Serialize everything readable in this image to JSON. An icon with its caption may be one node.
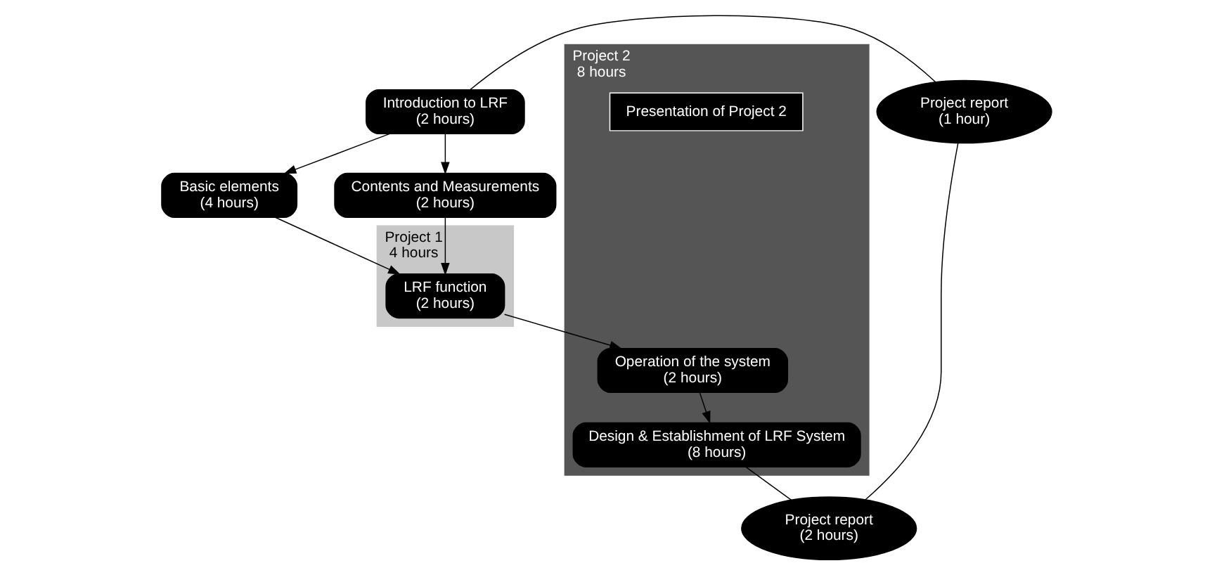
{
  "diagram": {
    "nodes": [
      {
        "text": [
          "Introduction to LRF",
          "(2 hours)"
        ]
      },
      {
        "text": [
          "Project report",
          "(1 hour)"
        ]
      },
      {
        "text": [
          "Basic elements",
          "(4 hours)"
        ]
      },
      {
        "text": [
          "Contents and Measurements",
          "(2 hours)"
        ]
      },
      {
        "text": [
          "Project 1",
          "4 hours"
        ]
      },
      {
        "text": [
          "LRF function",
          "(2 hours)"
        ],
        "in": 4
      },
      {
        "text": [
          "Project report",
          "(2 hours)"
        ]
      },
      {
        "text": [
          "Project 2",
          "8 hours"
        ]
      },
      {
        "text": [
          "Operation of the system",
          "(2 hours)"
        ],
        "in": 7
      },
      {
        "text": [
          "Design & Establishment of LRF System",
          "(8 hours)"
        ],
        "in": 7
      },
      {
        "text": [
          "Presentation of Project 2"
        ],
        "in": 7
      }
    ],
    "edges": [
      {
        "from": 0,
        "to": 2,
        "arrow": "to"
      },
      {
        "from": 0,
        "to": 3,
        "arrow": "to"
      },
      {
        "from": 0,
        "to": 1,
        "arrow": "none"
      },
      {
        "from": 2,
        "to": 5,
        "arrow": "to"
      },
      {
        "from": 3,
        "to": 5,
        "arrow": "to"
      },
      {
        "from": 1,
        "to": 6,
        "arrow": "none"
      },
      {
        "from": 5,
        "to": 8,
        "arrow": "to"
      },
      {
        "from": 8,
        "to": 9,
        "arrow": "to"
      },
      {
        "from": 9,
        "to": 6,
        "arrow": "none"
      }
    ]
  }
}
